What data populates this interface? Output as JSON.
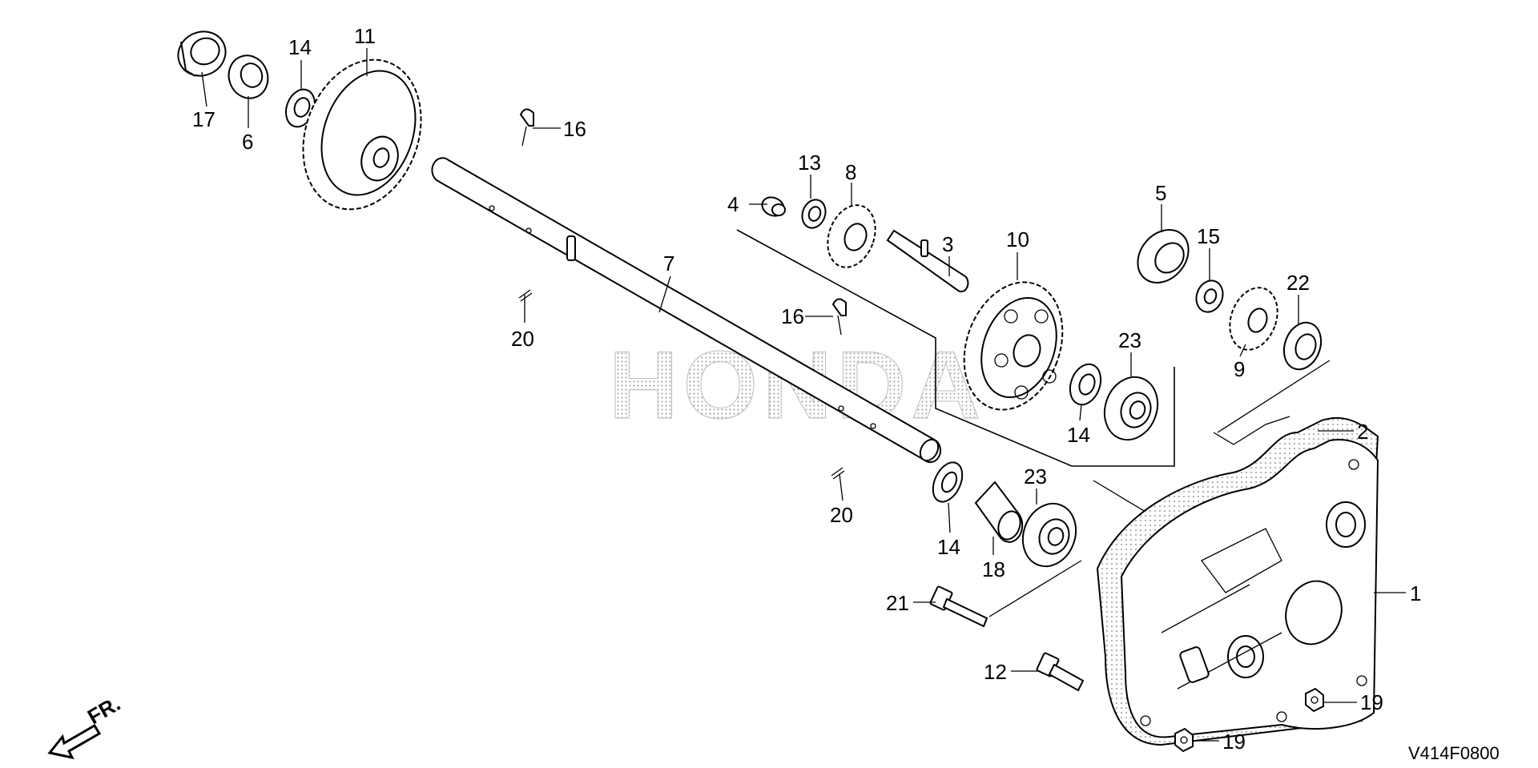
{
  "diagram": {
    "watermark": "HONDA",
    "drawing_code": "V414F0800",
    "front_indicator": "FR.",
    "callouts": [
      {
        "id": "c17",
        "label": "17"
      },
      {
        "id": "c6",
        "label": "6"
      },
      {
        "id": "c14a",
        "label": "14"
      },
      {
        "id": "c11",
        "label": "11"
      },
      {
        "id": "c16a",
        "label": "16"
      },
      {
        "id": "c13",
        "label": "13"
      },
      {
        "id": "c8",
        "label": "8"
      },
      {
        "id": "c4",
        "label": "4"
      },
      {
        "id": "c3",
        "label": "3"
      },
      {
        "id": "c10",
        "label": "10"
      },
      {
        "id": "c5",
        "label": "5"
      },
      {
        "id": "c15",
        "label": "15"
      },
      {
        "id": "c22",
        "label": "22"
      },
      {
        "id": "c7",
        "label": "7"
      },
      {
        "id": "c16b",
        "label": "16"
      },
      {
        "id": "c20a",
        "label": "20"
      },
      {
        "id": "c23a",
        "label": "23"
      },
      {
        "id": "c9",
        "label": "9"
      },
      {
        "id": "c14b",
        "label": "14"
      },
      {
        "id": "c2",
        "label": "2"
      },
      {
        "id": "c23b",
        "label": "23"
      },
      {
        "id": "c20b",
        "label": "20"
      },
      {
        "id": "c14c",
        "label": "14"
      },
      {
        "id": "c18",
        "label": "18"
      },
      {
        "id": "c1",
        "label": "1"
      },
      {
        "id": "c21",
        "label": "21"
      },
      {
        "id": "c12",
        "label": "12"
      },
      {
        "id": "c19a",
        "label": "19"
      },
      {
        "id": "c19b",
        "label": "19"
      }
    ]
  }
}
